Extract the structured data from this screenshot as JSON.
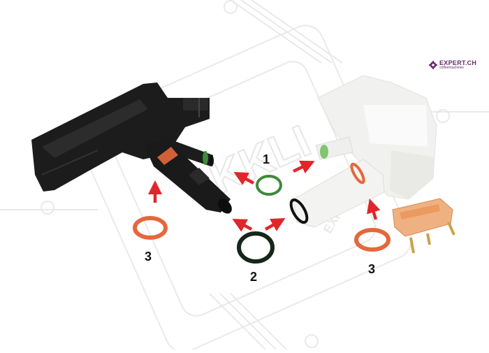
{
  "labels": {
    "callout_1": "1",
    "callout_2": "2",
    "callout_3_left": "3",
    "callout_3_right": "3"
  },
  "logo": {
    "brand": "EXPERT.CH",
    "tagline": "coffeemachines",
    "color": "#6a2a6f"
  },
  "watermark": {
    "text": "KKLI",
    "sub_text": "EXPERT"
  },
  "colors": {
    "arrow": "#e0262b",
    "oring_green": "#3e8a3a",
    "oring_dark": "#16261a",
    "oring_red": "#e4683c",
    "part_black": "#1c1c1c",
    "part_white": "#f1f1ef",
    "microswitch": "#e88a4a"
  }
}
